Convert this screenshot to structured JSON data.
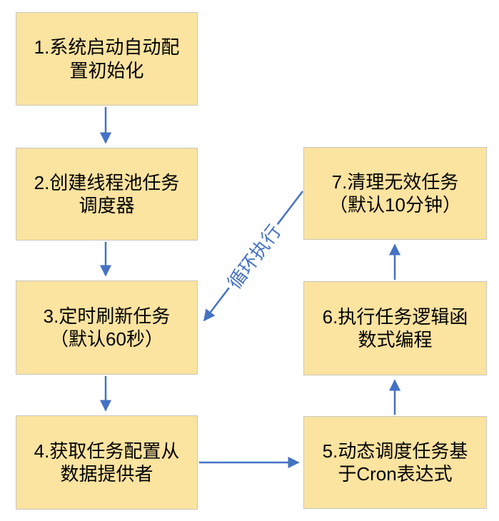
{
  "diagram": {
    "type": "flowchart",
    "colors": {
      "node_fill": "#fbe3a0",
      "node_border": "#c9c7be",
      "arrow": "#4472c4",
      "text": "#000000"
    },
    "nodes": [
      {
        "id": "step-1",
        "label": "1.系统启动自动配\n置初始化"
      },
      {
        "id": "step-2",
        "label": "2.创建线程池任务\n调度器"
      },
      {
        "id": "step-3",
        "label": "3.定时刷新任务\n（默认60秒）"
      },
      {
        "id": "step-4",
        "label": "4.获取任务配置从\n数据提供者"
      },
      {
        "id": "step-5",
        "label": "5.动态调度任务基\n于Cron表达式"
      },
      {
        "id": "step-6",
        "label": "6.执行任务逻辑函\n数式编程"
      },
      {
        "id": "step-7",
        "label": "7.清理无效任务\n（默认10分钟）"
      }
    ],
    "edges": [
      {
        "from": "step-1",
        "to": "step-2",
        "label": ""
      },
      {
        "from": "step-2",
        "to": "step-3",
        "label": ""
      },
      {
        "from": "step-3",
        "to": "step-4",
        "label": ""
      },
      {
        "from": "step-4",
        "to": "step-5",
        "label": ""
      },
      {
        "from": "step-5",
        "to": "step-6",
        "label": ""
      },
      {
        "from": "step-6",
        "to": "step-7",
        "label": ""
      },
      {
        "from": "step-7",
        "to": "step-3",
        "label": "循环执行"
      }
    ]
  }
}
